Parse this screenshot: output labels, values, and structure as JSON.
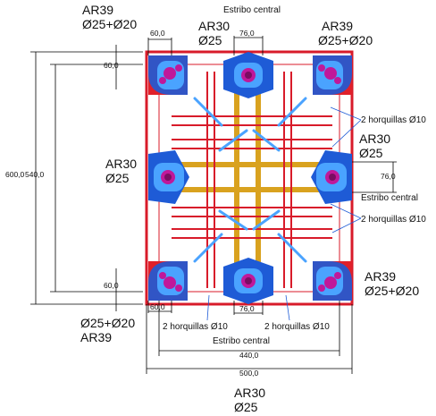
{
  "labels": {
    "top_left_name": "AR39",
    "top_left_bars": "Ø25+Ø20",
    "top_mid_name": "AR30",
    "top_mid_bars": "Ø25",
    "top_right_name": "AR39",
    "top_right_bars": "Ø25+Ø20",
    "mid_left_name": "AR30",
    "mid_left_bars": "Ø25",
    "mid_right_name": "AR30",
    "mid_right_bars": "Ø25",
    "bot_left_bars": "Ø25+Ø20",
    "bot_left_name": "AR39",
    "bot_right_name": "AR39",
    "bot_right_bars": "Ø25+Ø20",
    "bottom_name": "AR30",
    "bottom_bars": "Ø25",
    "estribo_top": "Estribo central",
    "estribo_right": "Estribo central",
    "estribo_bottom": "Estribo central",
    "horq_right_upper": "2 horquillas Ø10",
    "horq_right_lower": "2 horquillas Ø10",
    "horq_bottom_left": "2 horquillas Ø10",
    "horq_bottom_right": "2 horquillas Ø10"
  },
  "dimensions": {
    "top_60": "60,0",
    "top_76": "76,0",
    "left_60_top": "60,0",
    "left_600": "600,0",
    "left_540": "540,0",
    "left_60_bottom": "60,0",
    "bottom_60": "60,0",
    "bottom_76": "76,0",
    "right_76": "76,0",
    "width_440": "440,0",
    "width_500": "500,0"
  },
  "colors": {
    "outline": "#d81b2a",
    "stirrup_blue": "#1e5bd6",
    "light_blue": "#4aa3ff",
    "tie_orange": "#d9a21f",
    "bar_magenta": "#c0189a",
    "dim_line": "#000000"
  }
}
